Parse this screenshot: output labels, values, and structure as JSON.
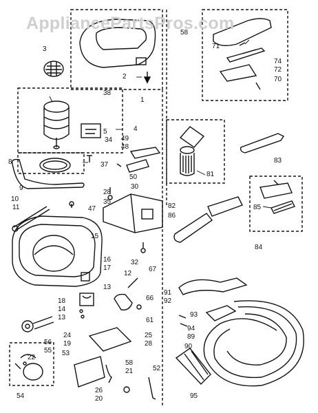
{
  "watermark": "AppliancePartsPros.com",
  "callouts": {
    "c1": "1",
    "c2": "2",
    "c3": "3",
    "c4": "4",
    "c5": "5",
    "c8": "8",
    "c9": "9",
    "c10": "10",
    "c11": "11",
    "c12": "12",
    "c13": "13",
    "c14": "14",
    "c15": "15",
    "c16": "16",
    "c17": "17",
    "c18": "18",
    "c19": "19",
    "c20": "20",
    "c21": "21",
    "c22": "22",
    "c24": "24",
    "c25": "25",
    "c26": "26",
    "c28a": "28",
    "c28b": "28",
    "c30": "30",
    "c32": "32",
    "c34": "34",
    "c35": "35",
    "c37": "37",
    "c38": "38",
    "c47": "47",
    "c48": "48",
    "c49": "49",
    "c50": "50",
    "c52": "52",
    "c53": "53",
    "c54": "54",
    "c55": "55",
    "c56": "56",
    "c58a": "58",
    "c58b": "58",
    "c61": "61",
    "c66": "66",
    "c67": "67",
    "c70": "70",
    "c71": "71",
    "c72": "72",
    "c74": "74",
    "c81": "81",
    "c82": "82",
    "c83": "83",
    "c84": "84",
    "c85": "85",
    "c86": "86",
    "c89": "89",
    "c90": "90",
    "c91": "91",
    "c92": "92",
    "c93": "93",
    "c94": "94",
    "c95": "95"
  }
}
